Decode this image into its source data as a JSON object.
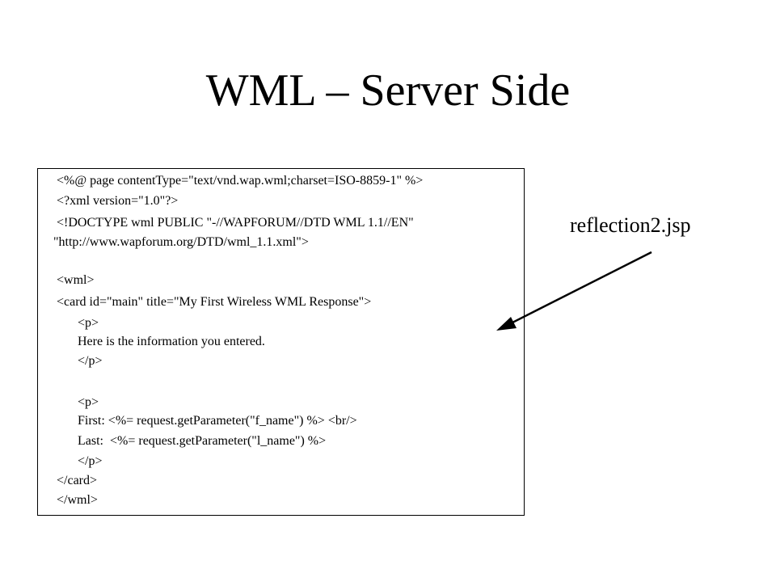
{
  "slide": {
    "title": "WML – Server Side"
  },
  "code": {
    "lines": [
      "<%@ page contentType=\"text/vnd.wap.wml;charset=ISO-8859-1\" %>",
      "<?xml version=\"1.0\"?>",
      "<!DOCTYPE wml PUBLIC \"-//WAPFORUM//DTD WML 1.1//EN\"",
      "\"http://www.wapforum.org/DTD/wml_1.1.xml\">",
      "<wml>",
      "<card id=\"main\" title=\"My First Wireless WML Response\">",
      "<p>",
      "Here is the information you entered.",
      "</p>",
      "<p>",
      "First: <%= request.getParameter(\"f_name\") %> <br/>",
      "Last:  <%= request.getParameter(\"l_name\") %>",
      "</p>",
      "</card>",
      "</wml>"
    ]
  },
  "annotation": {
    "label": "reflection2.jsp"
  }
}
